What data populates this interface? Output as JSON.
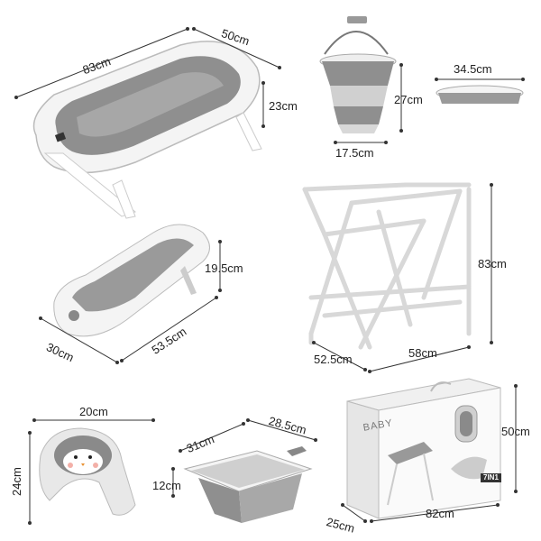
{
  "products": {
    "bathtub": {
      "length": "83cm",
      "width": "50cm",
      "height": "23cm"
    },
    "bucket": {
      "diameter": "17.5cm",
      "height": "27cm"
    },
    "lid": {
      "diameter": "34.5cm"
    },
    "stand": {
      "height": "83cm",
      "depth": "52.5cm",
      "width": "58cm"
    },
    "bath_seat": {
      "height": "19.5cm",
      "length": "53.5cm",
      "width": "30cm"
    },
    "shampoo_cap": {
      "width": "20cm",
      "height": "24cm"
    },
    "foot_basin": {
      "width": "31cm",
      "length": "28.5cm",
      "height": "12cm"
    },
    "gift_box": {
      "height": "50cm",
      "length": "82cm",
      "depth": "25cm",
      "brand_text": "BABY",
      "set_label": "7IN1"
    }
  },
  "colors": {
    "grey": "#8a8a8a",
    "light_grey": "#d9d9d9",
    "white": "#ffffff",
    "line": "#333333"
  }
}
